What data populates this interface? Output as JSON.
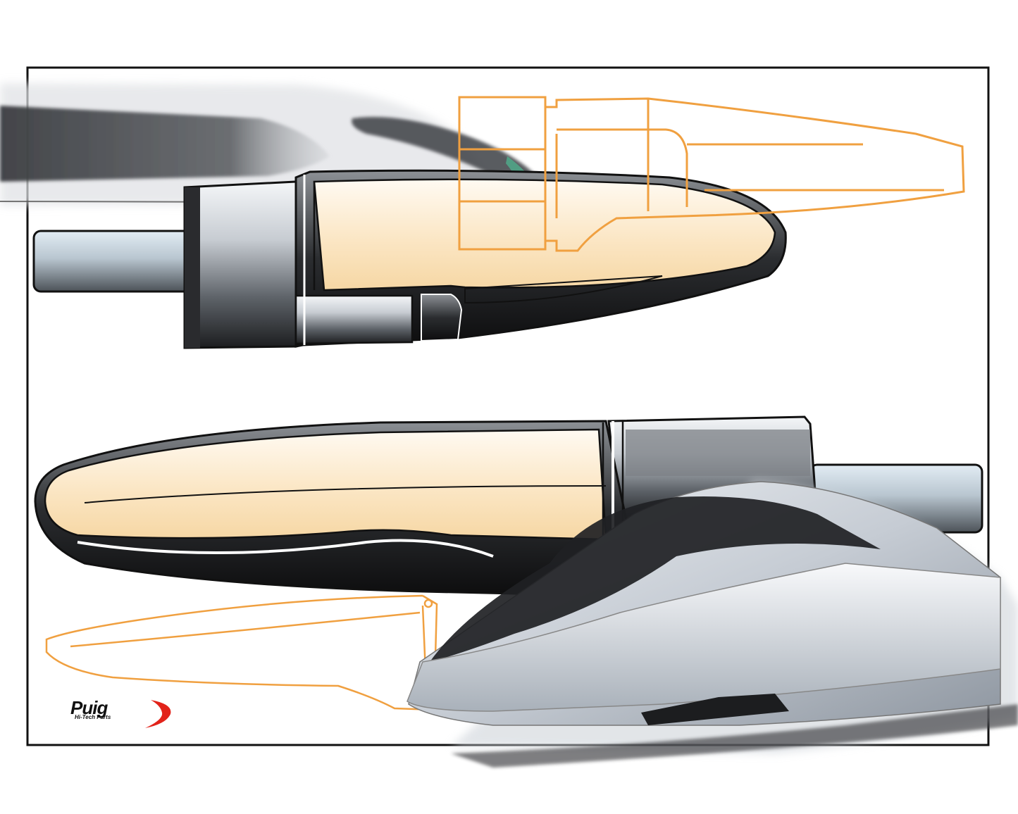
{
  "logo": {
    "name": "Puig",
    "tagline": "Hi-Tech Parts",
    "colors": {
      "text": "#111111",
      "swoosh": "#e2231a"
    }
  },
  "illustration": {
    "subject": "turn signal indicator design sketch inspired by high-speed train",
    "colors": {
      "frame": "#111111",
      "orange_sketch": "#f0a040",
      "lens_cream": "#fbe6c4",
      "body_dark": "#2a2a2a",
      "chrome_light": "#d8dde2",
      "train_silver": "#c9d0d8"
    }
  }
}
